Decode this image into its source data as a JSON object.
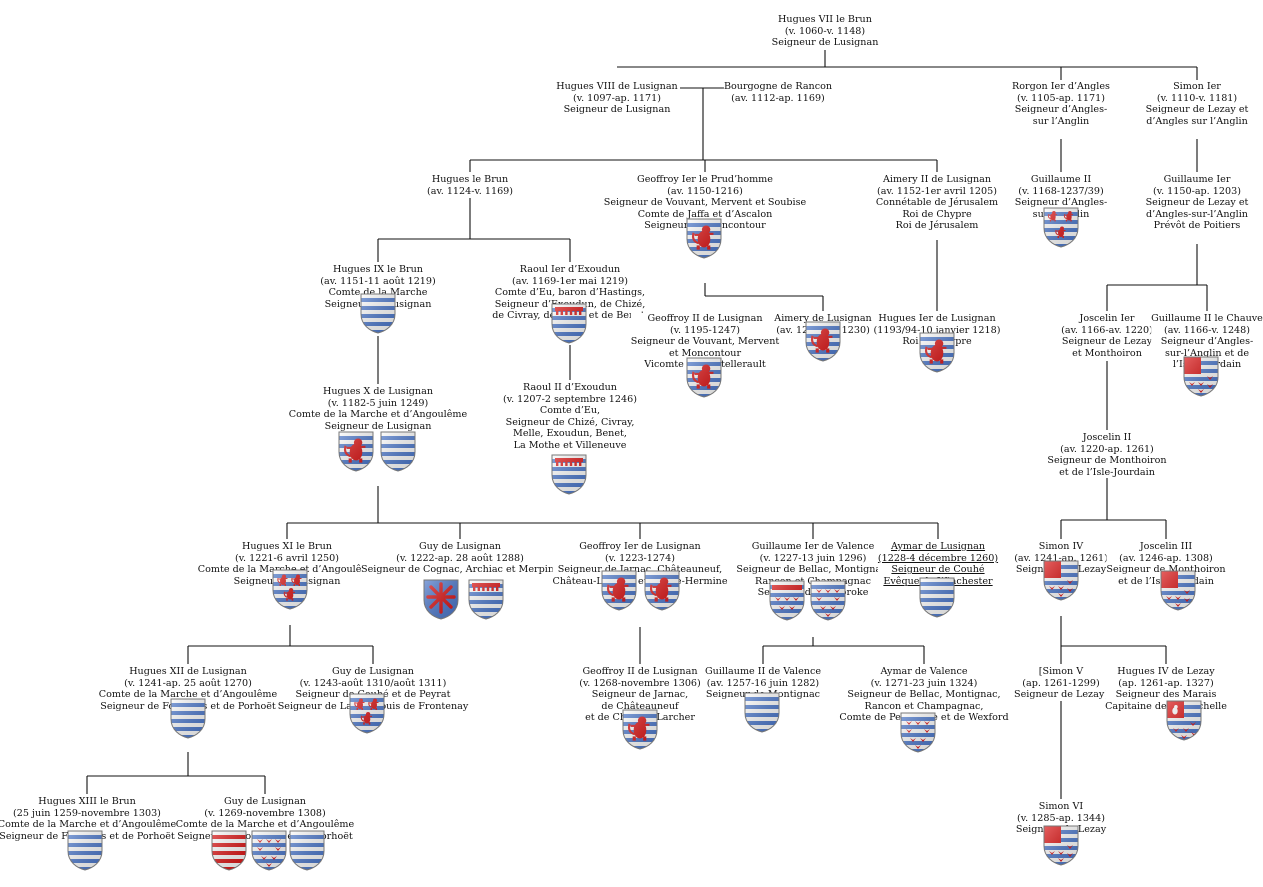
{
  "persons": [
    {
      "id": "hugues7",
      "lines": [
        "Hugues VII le Brun",
        "(v. 1060-v. 1148)",
        "Seigneur de Lusignan"
      ]
    },
    {
      "id": "hugues8",
      "lines": [
        "Hugues VIII de Lusignan",
        "(v. 1097-ap. 1171)",
        "Seigneur de Lusignan"
      ]
    },
    {
      "id": "bourgogne",
      "lines": [
        "Bourgogne de Rancon",
        "(av. 1112-ap. 1169)"
      ]
    },
    {
      "id": "rorgon",
      "lines": [
        "Rorgon Ier d’Angles",
        "(v. 1105-ap. 1171)",
        "Seigneur d’Angles-",
        "sur l’Anglin"
      ]
    },
    {
      "id": "simon1",
      "lines": [
        "Simon Ier",
        "(v. 1110-v. 1181)",
        "Seigneur de Lezay et",
        "d’Angles sur l’Anglin"
      ]
    },
    {
      "id": "huguesbrun",
      "lines": [
        "Hugues le Brun",
        "(av. 1124-v. 1169)"
      ]
    },
    {
      "id": "geoffroy1",
      "lines": [
        "Geoffroy Ier le Prud’homme",
        "(av. 1150-1216)",
        "Seigneur de Vouvant, Mervent et Soubise",
        "Comte de Jaffa et d’Ascalon",
        "Seigneur de Moncontour"
      ]
    },
    {
      "id": "aimery2",
      "lines": [
        "Aimery II de Lusignan",
        "(av. 1152-1er avril 1205)",
        "Connétable de Jérusalem",
        "Roi de Chypre",
        "Roi de Jérusalem"
      ]
    },
    {
      "id": "guillaume2a",
      "lines": [
        "Guillaume II",
        "(v. 1168-1237/39)",
        "Seigneur d’Angles-",
        "sur-l’Anglin"
      ]
    },
    {
      "id": "guillaume1",
      "lines": [
        "Guillaume Ier",
        "(v. 1150-ap. 1203)",
        "Seigneur de Lezay et",
        "d’Angles-sur-l’Anglin",
        "Prévôt de Poitiers"
      ]
    },
    {
      "id": "hugues9",
      "lines": [
        "Hugues IX le Brun",
        "(av. 1151-11 août 1219)",
        "Comte de la Marche",
        "Seigneur de Lusignan"
      ]
    },
    {
      "id": "raoul1",
      "lines": [
        "Raoul Ier d’Exoudun",
        "(av. 1169-1er mai 1219)",
        "Comte d’Eu, baron d’Hastings,",
        "Seigneur d’Exoudun, de Chizé,",
        "de Civray, de Melle et de Benet."
      ]
    },
    {
      "id": "geoffroy2a",
      "lines": [
        "Geoffroy II de Lusignan",
        "(v. 1195-1247)",
        "Seigneur de Vouvant, Mervent",
        "et Moncontour",
        "Vicomte de Châtellerault"
      ]
    },
    {
      "id": "aimerylus",
      "lines": [
        "Aimery de Lusignan",
        "(av. 1202-ap. 1230)"
      ]
    },
    {
      "id": "hugues1chypre",
      "lines": [
        "Hugues Ier de Lusignan",
        "(1193/94-10 janvier 1218)",
        "Roi de Chypre"
      ]
    },
    {
      "id": "joscelin1",
      "lines": [
        "Joscelin Ier",
        "(av. 1166-av. 1220)",
        "Seigneur de Lezay",
        "et Monthoiron"
      ]
    },
    {
      "id": "guillaume2chauve",
      "lines": [
        "Guillaume II le Chauve",
        "(av. 1166-v. 1248)",
        "Seigneur d’Angles-",
        "sur-l’Anglin et de",
        "l’Isle-Jourdain"
      ]
    },
    {
      "id": "hugues10",
      "lines": [
        "Hugues X de Lusignan",
        "(v. 1182-5 juin 1249)",
        "Comte de la Marche et d’Angoulême",
        "Seigneur de Lusignan"
      ]
    },
    {
      "id": "raoul2",
      "lines": [
        "Raoul II d’Exoudun",
        "(v. 1207-2 septembre 1246)",
        "Comte d’Eu,",
        "Seigneur de Chizé, Civray,",
        "Melle, Exoudun, Benet,",
        "La Mothe et Villeneuve"
      ]
    },
    {
      "id": "joscelin2",
      "lines": [
        "Joscelin II",
        "(av. 1220-ap. 1261)",
        "Seigneur de Monthoiron",
        "et de l’Isle-Jourdain"
      ]
    },
    {
      "id": "hugues11",
      "lines": [
        "Hugues XI le Brun",
        "(v. 1221-6 avril 1250)",
        "Comte de la Marche et d’Angoulême",
        "Seigneur de Lusignan"
      ]
    },
    {
      "id": "guylus",
      "lines": [
        "Guy de Lusignan",
        "(v. 1222-ap. 28 août 1288)",
        "Seigneur de Cognac, Archiac et Merpins"
      ]
    },
    {
      "id": "geoffroy1b",
      "lines": [
        "Geoffroy Ier de Lusignan",
        "(v. 1223-1274)",
        "Seigneur de Jarnac, Châteauneuf,",
        "Château-Larcher et Sainte-Hermine"
      ]
    },
    {
      "id": "guillaumevalence",
      "lines": [
        "Guillaume Ier de Valence",
        "(v. 1227-13 juin 1296)",
        "Seigneur de Bellac, Montignac,",
        "Rancon et Champagnac",
        "Seigneur de Pembroke"
      ]
    },
    {
      "id": "aymarlus",
      "underlined": true,
      "lines": [
        "Aymar de Lusignan",
        "(1228-4 décembre 1260)",
        "Seigneur de Couhé",
        "Evêque de Winchester"
      ]
    },
    {
      "id": "simon4",
      "lines": [
        "Simon IV",
        "(av. 1241-ap. 1261)",
        "Seigneur de Lezay"
      ]
    },
    {
      "id": "joscelin3",
      "lines": [
        "Joscelin III",
        "(av. 1246-ap. 1308)",
        "Seigneur de Monthoiron",
        "et de l’Isle-Jourdain"
      ]
    },
    {
      "id": "hugues12",
      "lines": [
        "Hugues XII de Lusignan",
        "(v. 1241-ap. 25 août 1270)",
        "Comte de la Marche et d’Angoulême",
        "Seigneur de Fougères et de Porhoët"
      ]
    },
    {
      "id": "guycouhe",
      "lines": [
        "Guy de Lusignan",
        "(v. 1243-août 1310/août 1311)",
        "Seigneur de Couhé et de Peyrat",
        "Seigneur de La Fère puis de Frontenay"
      ]
    },
    {
      "id": "geoffroy2b",
      "lines": [
        "Geoffroy II de Lusignan",
        "(v. 1268-novembre 1306)",
        "Seigneur de Jarnac,",
        "de Châteauneuf",
        "et de Château-Larcher"
      ]
    },
    {
      "id": "guillaume2valence",
      "lines": [
        "Guillaume II de Valence",
        "(av. 1257-16 juin 1282)",
        "Seigneur de Montignac"
      ]
    },
    {
      "id": "aymarvalence",
      "lines": [
        "Aymar de Valence",
        "(v. 1271-23 juin 1324)",
        "Seigneur de Bellac, Montignac,",
        "Rancon et Champagnac,",
        "Comte de Pembroke et de Wexford"
      ]
    },
    {
      "id": "simon5",
      "lines": [
        "[Simon V",
        "(ap. 1261-1299)",
        "Seigneur de Lezay]"
      ]
    },
    {
      "id": "hugues4lezay",
      "lines": [
        "Hugues IV de Lezay",
        "(ap. 1261-ap. 1327)",
        "Seigneur des Marais",
        "Capitaine de La Rochelle"
      ]
    },
    {
      "id": "hugues13",
      "lines": [
        "Hugues XIII le Brun",
        "(25 juin 1259-novembre 1303)",
        "Comte de la Marche et d’Angoulême",
        "Seigneur de Fougères et de Porhoët"
      ]
    },
    {
      "id": "guy1269",
      "lines": [
        "Guy de Lusignan",
        "(v. 1269-novembre 1308)",
        "Comte de la Marche et d’Angoulême",
        "Seigneur de Fougères et de Porhoët"
      ]
    },
    {
      "id": "simon6",
      "lines": [
        "Simon VI",
        "(v. 1285-ap. 1344)",
        "Seigneur de Lezay"
      ]
    }
  ],
  "shields": [
    {
      "id": "rorgon",
      "type": "barry-eagles"
    },
    {
      "id": "geoffroy1",
      "type": "barry-lion"
    },
    {
      "id": "hugues9",
      "type": "barry"
    },
    {
      "id": "raoul1",
      "type": "barry-label"
    },
    {
      "id": "geoffroy2a",
      "type": "barry-lion"
    },
    {
      "id": "aimerylus",
      "type": "barry-lion"
    },
    {
      "id": "hugues1chypre",
      "type": "barry-lion"
    },
    {
      "id": "guillaume2chauve",
      "type": "barry-birds-quarter"
    },
    {
      "id": "hugues10-a",
      "type": "barry-lion"
    },
    {
      "id": "hugues10-b",
      "type": "barry"
    },
    {
      "id": "raoul2",
      "type": "barry-label"
    },
    {
      "id": "hugues11",
      "type": "barry-lions"
    },
    {
      "id": "guylus-a",
      "type": "cross-moline"
    },
    {
      "id": "guylus-b",
      "type": "barry-label"
    },
    {
      "id": "geoffroy1b-a",
      "type": "barry-lion"
    },
    {
      "id": "geoffroy1b-b",
      "type": "barry-lion"
    },
    {
      "id": "guillaumevalence-a",
      "type": "barry-martlets"
    },
    {
      "id": "guillaumevalence-b",
      "type": "barry-birds"
    },
    {
      "id": "aymarlus",
      "type": "barry"
    },
    {
      "id": "simon4",
      "type": "barry-birds-quarter"
    },
    {
      "id": "joscelin3",
      "type": "barry-birds-quarter"
    },
    {
      "id": "hugues12",
      "type": "barry"
    },
    {
      "id": "guycouhe",
      "type": "barry-lions"
    },
    {
      "id": "geoffroy2b",
      "type": "barry-lion"
    },
    {
      "id": "guillaume2valence",
      "type": "barry"
    },
    {
      "id": "aymarvalence",
      "type": "barry-birds"
    },
    {
      "id": "hugues4lezay",
      "type": "barry-lion-quarter"
    },
    {
      "id": "hugues13",
      "type": "barry"
    },
    {
      "id": "guy1269-a",
      "type": "barry-red"
    },
    {
      "id": "guy1269-b",
      "type": "barry-birds"
    },
    {
      "id": "guy1269-c",
      "type": "barry"
    },
    {
      "id": "simon6",
      "type": "barry-birds-quarter"
    }
  ],
  "colors": {
    "blue": "#4a77cc",
    "red": "#dd1111",
    "silver": "#ffffff",
    "line": "#111111"
  }
}
